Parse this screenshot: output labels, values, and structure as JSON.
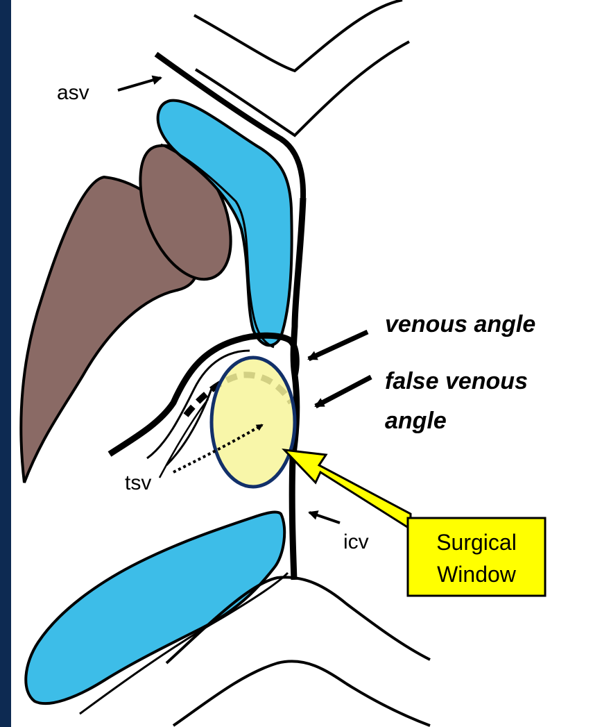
{
  "labels": {
    "asv": "asv",
    "tsv": "tsv",
    "icv": "icv",
    "venous_angle": "venous angle",
    "false_venous_angle_line1": "false venous",
    "false_venous_angle_line2": "angle",
    "surgical_window_line1": "Surgical",
    "surgical_window_line2": "Window"
  },
  "colors": {
    "frame": "#0d2a52",
    "canvas": "#ffffff",
    "blue_structure": "#3dbde8",
    "brown_structure": "#8a6a65",
    "window_fill": "#f7f59a",
    "window_border": "#12306a",
    "callout_fill": "#ffff00",
    "callout_arrow": "#ffff00"
  }
}
